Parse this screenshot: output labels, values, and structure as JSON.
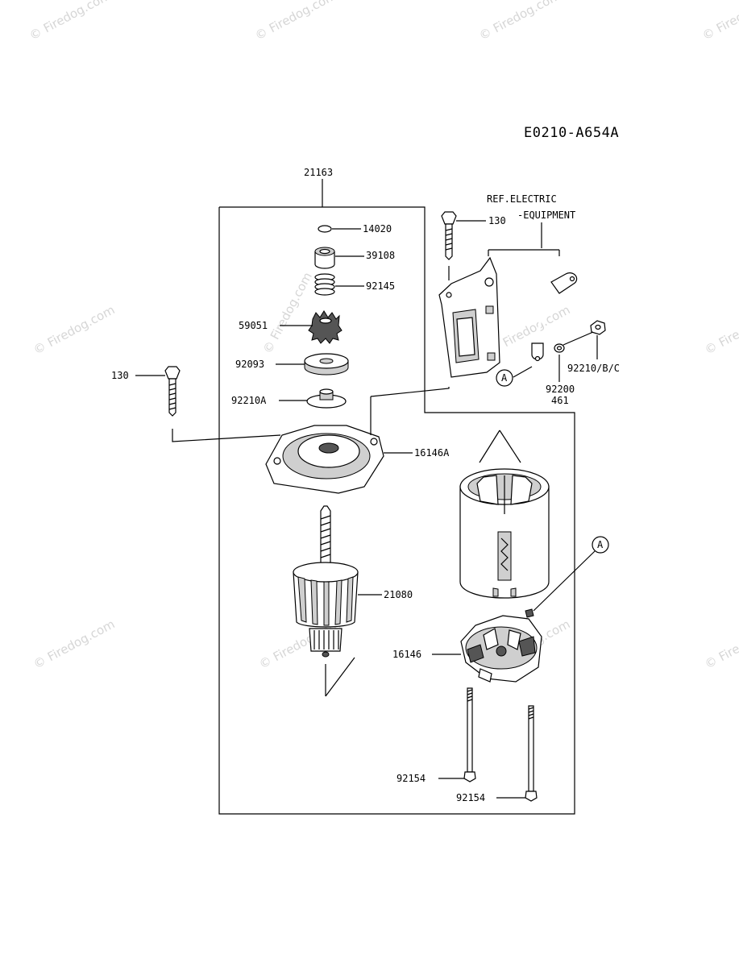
{
  "diagram_code": "E0210-A654A",
  "watermark": "© Firedog.com",
  "reference_note": {
    "line1": "REF.ELECTRIC",
    "line2": "-EQUIPMENT"
  },
  "callout_letter": "A",
  "part_labels": {
    "assembly": "21163",
    "p14020": "14020",
    "p39108": "39108",
    "p92145": "92145",
    "p59051": "59051",
    "p92093": "92093",
    "p92210a": "92210A",
    "p16146a": "16146A",
    "p21080": "21080",
    "p16146": "16146",
    "p92154_a": "92154",
    "p92154_b": "92154",
    "p130_left": "130",
    "p130_right": "130",
    "p92210bc": "92210/B/C",
    "p92200": "92200",
    "p461": "461"
  }
}
